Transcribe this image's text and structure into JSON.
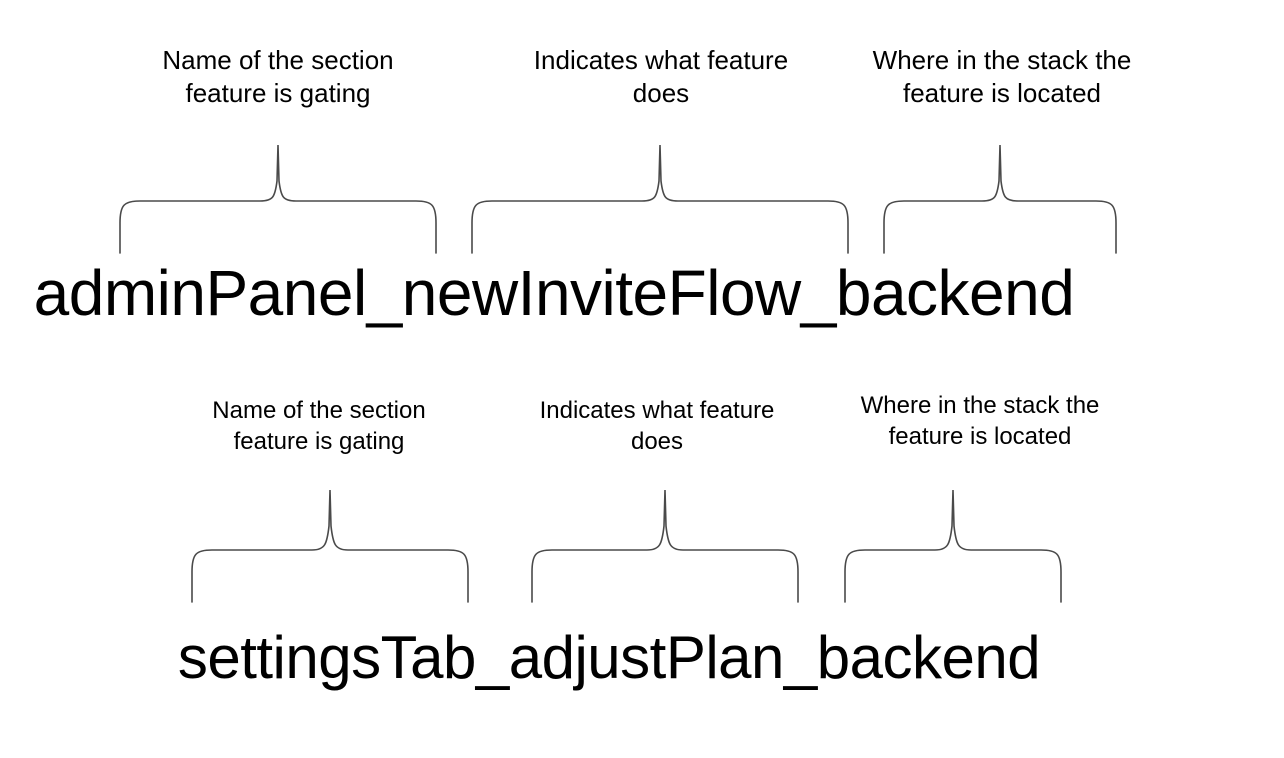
{
  "document": {
    "title": "Feature flag naming convention diagram",
    "background_color": "#ffffff",
    "text_color": "#000000",
    "brace_color": "#4a4a4a"
  },
  "annotations": {
    "section_label": "Name of the section\nfeature is gating",
    "action_label": "Indicates what feature\ndoes",
    "location_label": "Where in the stack the\nfeature is located"
  },
  "examples": [
    {
      "id": "adminPanel_newInviteFlow_backend",
      "identifier": "adminPanel_newInviteFlow_backend",
      "segments": [
        {
          "token": "adminPanel",
          "caption": "Name of the section\nfeature is gating"
        },
        {
          "token": "newInviteFlow",
          "caption": "Indicates what feature\ndoes"
        },
        {
          "token": "backend",
          "caption": "Where in the stack the\nfeature is located"
        }
      ]
    },
    {
      "id": "settingsTab_adjustPlan_backend",
      "identifier": "settingsTab_adjustPlan_backend",
      "segments": [
        {
          "token": "settingsTab",
          "caption": "Name of the section\nfeature is gating"
        },
        {
          "token": "adjustPlan",
          "caption": "Indicates what feature\ndoes"
        },
        {
          "token": "backend",
          "caption": "Where in the stack the\nfeature is located"
        }
      ]
    }
  ]
}
